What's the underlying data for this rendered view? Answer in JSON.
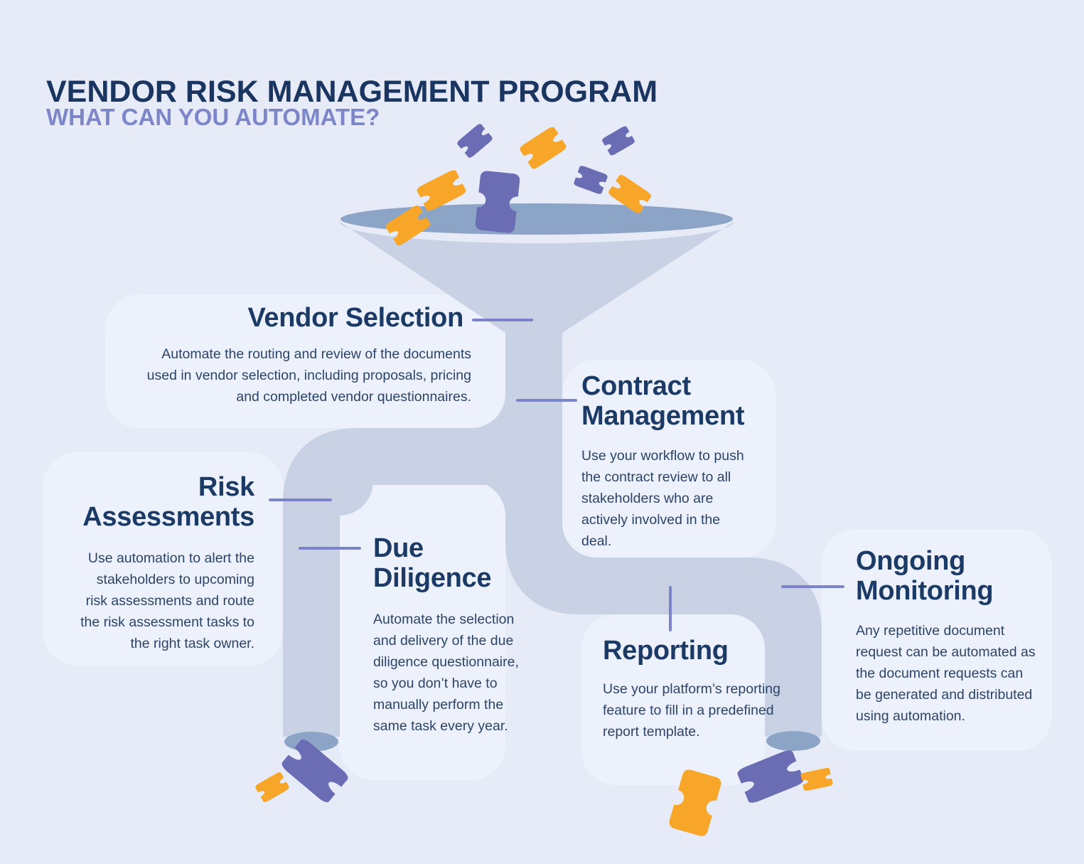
{
  "header": {
    "title": "VENDOR RISK MANAGEMENT PROGRAM",
    "subtitle": "WHAT CAN YOU AUTOMATE?"
  },
  "sections": [
    {
      "id": "vendor-selection",
      "title": "Vendor Selection",
      "description": "Automate the routing and review of the documents used in vendor selection, including proposals, pricing and completed vendor questionnaires."
    },
    {
      "id": "contract-management",
      "title": "Contract Management",
      "description": "Use your workflow to push the contract review to all stakeholders who are actively involved in the deal."
    },
    {
      "id": "risk-assessments",
      "title": "Risk Assessments",
      "description": "Use automation to alert the stakeholders to upcoming risk assessments and route the risk assessment tasks to the right task owner."
    },
    {
      "id": "due-diligence",
      "title": "Due Diligence",
      "description": "Automate the selection and delivery of the due diligence questionnaire, so you don’t have to manually perform the same task every year."
    },
    {
      "id": "reporting",
      "title": "Reporting",
      "description": "Use your platform’s reporting feature to fill in a predefined report template."
    },
    {
      "id": "ongoing-monitoring",
      "title": "Ongoing Monitoring",
      "description": "Any repetitive document request can be automated as the document requests can be generated and distributed using automation."
    }
  ],
  "colors": {
    "background": "#e6ebf7",
    "panel": "#edf1fb",
    "pipe": "#c8d2e4",
    "funnel_rim": "#8ca4c5",
    "title": "#1a3560",
    "subtitle": "#7d86c8",
    "heading": "#1b3a66",
    "body_text": "#2b4468",
    "connector": "#7b84c8",
    "ticket_purple": "#6a6cb4",
    "ticket_orange": "#f8a62a"
  }
}
